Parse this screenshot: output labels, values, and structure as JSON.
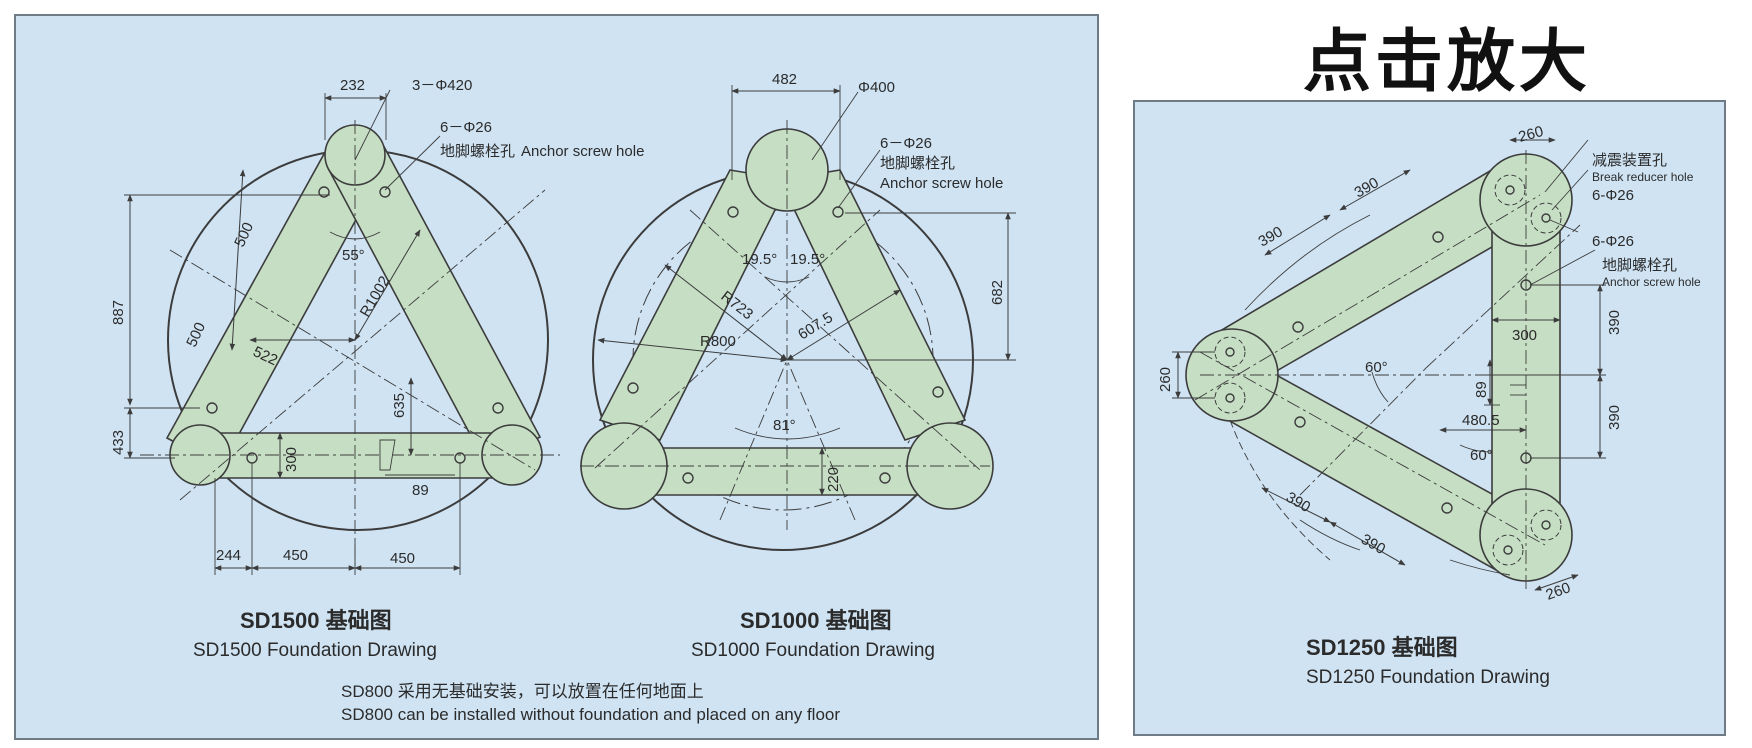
{
  "banner": "点击放大",
  "colors": {
    "panel": "#cfe3f3",
    "arm_fill": "#c6dfc4",
    "line": "#3c3c3c",
    "border": "#6f7b86"
  },
  "drawings": {
    "sd1500": {
      "title": "SD1500 基础图",
      "subtitle": "SD1500 Foundation Drawing",
      "labels": {
        "hole_main": "3－Φ420",
        "hole_anchor": "6－Φ26",
        "anchor_cn": "地脚螺栓孔",
        "anchor_en": "Anchor screw hole"
      },
      "dims": {
        "d232": "232",
        "d500a": "500",
        "d500b": "500",
        "d55": "55°",
        "d887": "887",
        "dR1002": "R1002",
        "d522": "522",
        "d635": "635",
        "d433": "433",
        "d300": "300",
        "d89": "89",
        "d244": "244",
        "d450a": "450",
        "d450b": "450"
      }
    },
    "sd1000": {
      "title": "SD1000 基础图",
      "subtitle": "SD1000 Foundation Drawing",
      "labels": {
        "hole_main": "Φ400",
        "hole_anchor": "6－Φ26",
        "anchor_cn": "地脚螺栓孔",
        "anchor_en": "Anchor screw hole"
      },
      "dims": {
        "d482": "482",
        "d195a": "19.5°",
        "d195b": "19.5°",
        "d682": "682",
        "dR723": "R723",
        "d6075": "607.5",
        "dR800": "R800",
        "d81": "81°",
        "d220": "220"
      }
    },
    "sd1250": {
      "title": "SD1250 基础图",
      "subtitle": "SD1250 Foundation Drawing",
      "labels": {
        "reducer_cn": "减震装置孔",
        "reducer_en": "Break reducer hole",
        "hole_a": "6-Φ26",
        "hole_b": "6-Φ26",
        "anchor_cn": "地脚螺栓孔",
        "anchor_en": "Anchor screw hole"
      },
      "dims": {
        "d260top": "260",
        "d390a": "390",
        "d390b": "390",
        "d260left": "260",
        "d60a": "60°",
        "d300": "300",
        "d390r1": "390",
        "d89": "89",
        "d4805": "480.5",
        "d60b": "60°",
        "d390r2": "390",
        "d390c": "390",
        "d390d": "390",
        "d260bot": "260"
      }
    }
  },
  "notes": {
    "cn": "SD800 采用无基础安装，可以放置在任何地面上",
    "en": "SD800 can be installed without foundation and placed on any floor"
  }
}
